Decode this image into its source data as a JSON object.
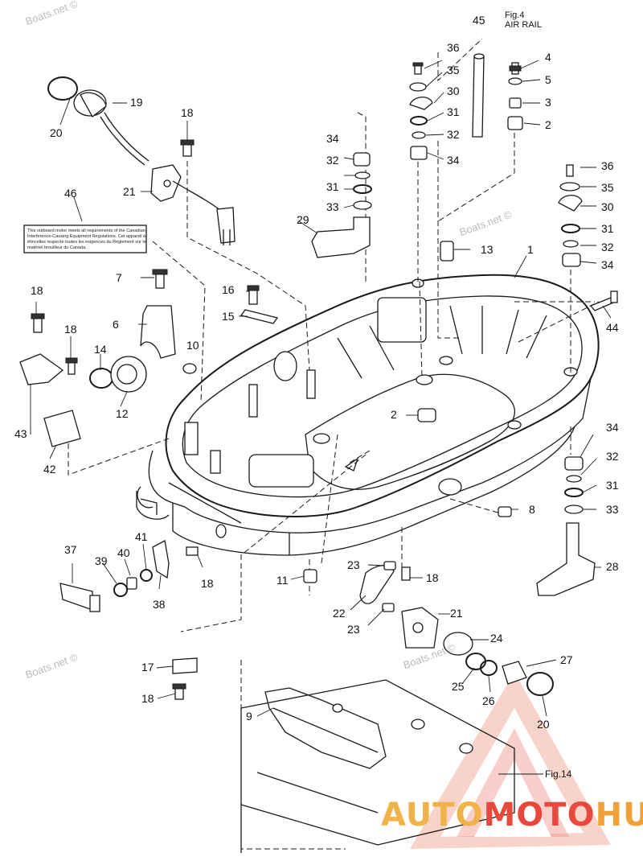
{
  "figure": {
    "fig_ref_top": "Fig.4",
    "fig_ref_top_sub": "AIR RAIL",
    "fig_ref_bottom": "Fig.14"
  },
  "watermark": "Boats.net ©",
  "sticker_text": "This outboard motor meets all requirements of the Canadian Interference-Causing Equipment Regulations. Cet appareil à étincelles respecte toutes les exigences du Règlement sur le matériel brouilleur du Canada.",
  "brand": {
    "part1": "AUTO",
    "part2": "MOTO",
    "part3": "HUB"
  },
  "colors": {
    "line": "#1a1a1a",
    "brand_red": "#e74a3c",
    "brand_orange": "#f2b24a",
    "watermark": "#bbbbbb"
  },
  "callouts": {
    "c45": "45",
    "c36a": "36",
    "c35a": "35",
    "c30a": "30",
    "c31a": "31",
    "c32a": "32",
    "c34a": "34",
    "c4": "4",
    "c5": "5",
    "c3": "3",
    "c2a": "2",
    "c19": "19",
    "c20a": "20",
    "c18a": "18",
    "c21a": "21",
    "c34b": "34",
    "c32b": "32",
    "c31b": "31",
    "c33a": "33",
    "c29": "29",
    "c46": "46",
    "c36b": "36",
    "c35b": "35",
    "c30b": "30",
    "c31c": "31",
    "c32c": "32",
    "c34c": "34",
    "c13": "13",
    "c1": "1",
    "c44": "44",
    "c7": "7",
    "c16": "16",
    "c15": "15",
    "c6": "6",
    "c10": "10",
    "c18b": "18",
    "c18c": "18",
    "c14": "14",
    "c12": "12",
    "c43": "43",
    "c42": "42",
    "c2b": "2",
    "c34d": "34",
    "c32d": "32",
    "c31d": "31",
    "c33b": "33",
    "c8": "8",
    "c28": "28",
    "c37": "37",
    "c39": "39",
    "c40": "40",
    "c41": "41",
    "c38": "38",
    "c18d": "18",
    "c11": "11",
    "c23a": "23",
    "c18e": "18",
    "c22": "22",
    "c23b": "23",
    "c21b": "21",
    "c24": "24",
    "c27": "27",
    "c25": "25",
    "c26": "26",
    "c20b": "20",
    "c17": "17",
    "c18f": "18",
    "c9": "9"
  }
}
